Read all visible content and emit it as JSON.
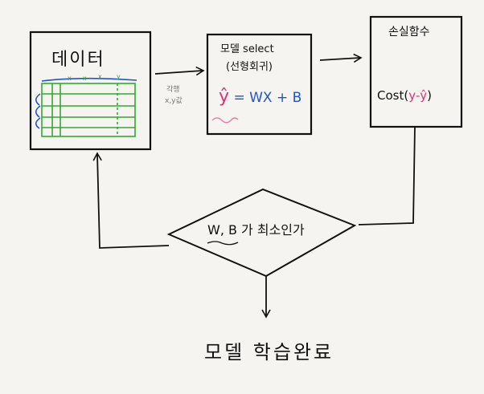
{
  "diagram": {
    "data_box": {
      "title": "데이터"
    },
    "model_box": {
      "title": "모델 select",
      "subtitle": "(선형회귀)",
      "eq_yhat": "ŷ",
      "eq_rest": "= WX + B"
    },
    "loss_box": {
      "title": "손실함수",
      "cost_prefix": "Cost(",
      "cost_y": "y",
      "cost_dash": "-",
      "cost_yhat": "ŷ",
      "cost_suffix": ")"
    },
    "arrow_note": {
      "line1": "각행",
      "line2": "x,y값"
    },
    "decision": {
      "text": "W, B 가 최소인가"
    },
    "result": {
      "text": "모델 학습완료"
    }
  },
  "colors": {
    "ink": "#111111",
    "green": "#33aa33",
    "blue": "#2255cc",
    "pink": "#e0307a",
    "gray": "#777777"
  }
}
